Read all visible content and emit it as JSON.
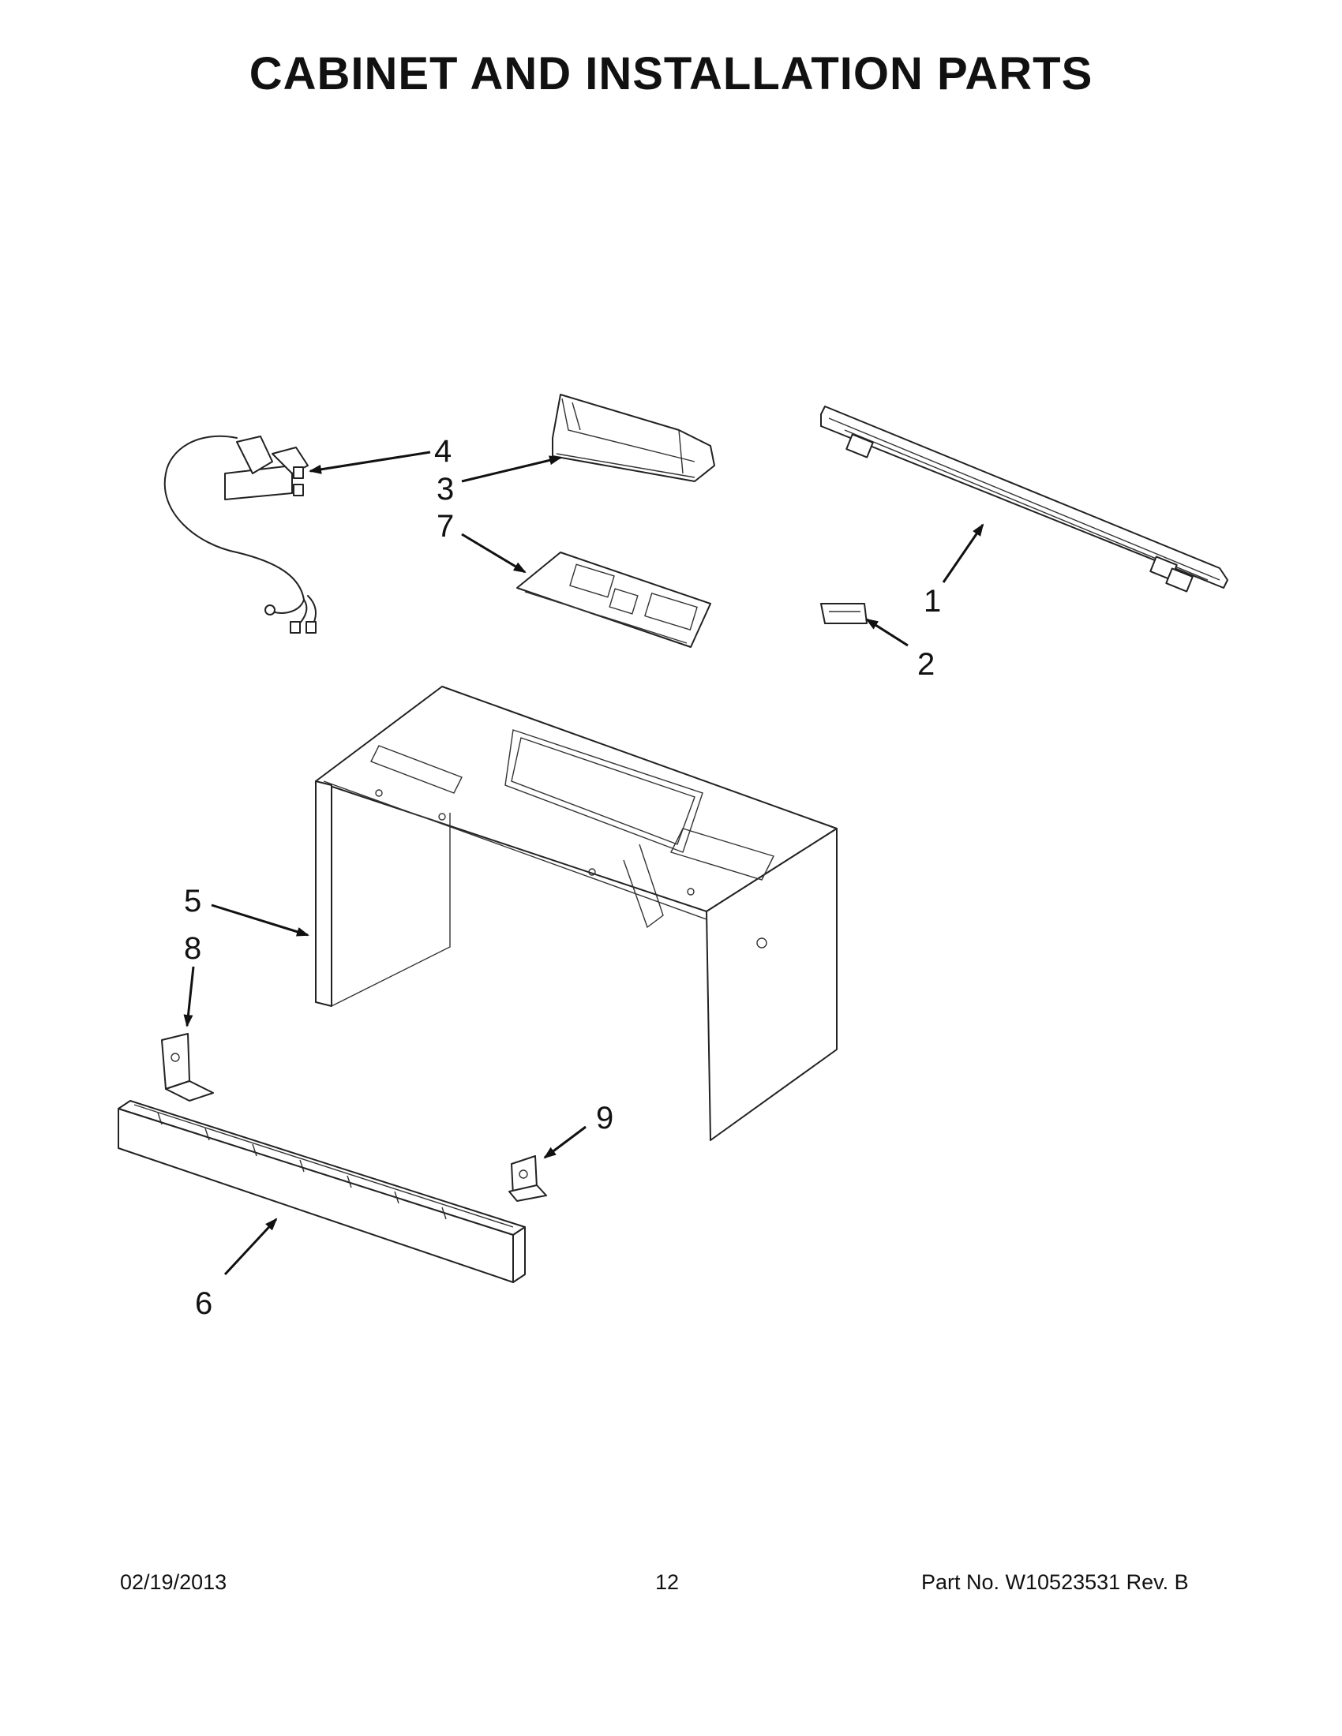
{
  "page": {
    "title": "CABINET AND INSTALLATION PARTS"
  },
  "callouts": [
    "1",
    "2",
    "3",
    "4",
    "5",
    "6",
    "7",
    "8",
    "9"
  ],
  "footer": {
    "date": "02/19/2013",
    "page_number": "12",
    "part_label": "Part No.  W10523531  Rev.  B"
  }
}
